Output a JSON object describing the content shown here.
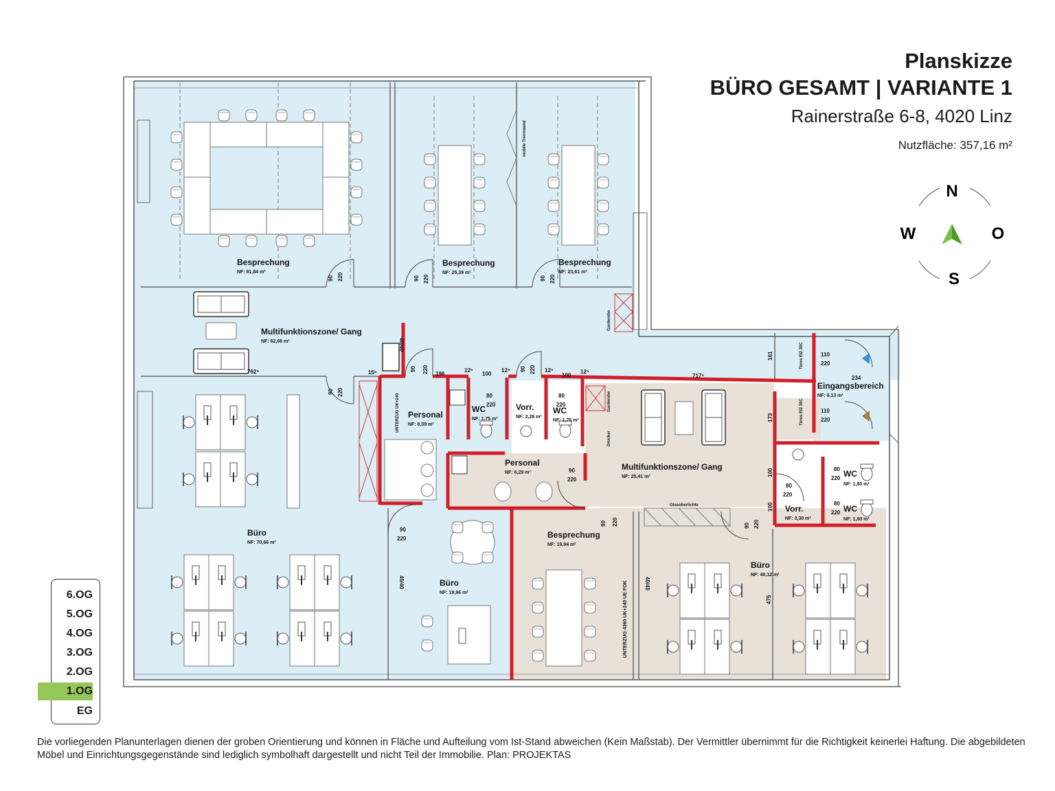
{
  "header": {
    "title": "Planskizze",
    "subtitle": "BÜRO GESAMT  |  VARIANTE 1",
    "address": "Rainerstraße 6-8, 4020 Linz",
    "area": "Nutzfläche: 357,16 m²"
  },
  "compass": {
    "north": "N",
    "east": "O",
    "south": "S",
    "west": "W"
  },
  "floors": [
    {
      "label": "6.OG",
      "active": false
    },
    {
      "label": "5.OG",
      "active": false
    },
    {
      "label": "4.OG",
      "active": false
    },
    {
      "label": "3.OG",
      "active": false
    },
    {
      "label": "2.OG",
      "active": false
    },
    {
      "label": "1.OG",
      "active": true
    },
    {
      "label": "EG",
      "active": false
    }
  ],
  "colors": {
    "blue_zone": "#dbeef6",
    "beige_zone": "#e9e1d7",
    "walls": "#d01f2a",
    "active_floor": "#94c65a",
    "compass_arrow": "#7cc24a"
  },
  "rooms": {
    "bespr1": {
      "name": "Besprechung",
      "nf": "NF: 81,84 m²"
    },
    "bespr2": {
      "name": "Besprechung",
      "nf": "NF: 25,39 m²"
    },
    "bespr3": {
      "name": "Besprechung",
      "nf": "NF: 23,61 m²"
    },
    "multi1": {
      "name": "Multifunktionszone/ Gang",
      "nf": "NF: 62,66 m²"
    },
    "personal1": {
      "name": "Personal",
      "nf": "NF: 8,59 m²"
    },
    "wc1": {
      "name": "WC",
      "nf": "NF: 1,75 m²"
    },
    "vorr1": {
      "name": "Vorr.",
      "nf": "NF: 2,28 m²"
    },
    "wc2": {
      "name": "WC",
      "nf": "NF: 1,75 m²"
    },
    "personal2": {
      "name": "Personal",
      "nf": "NF: 6,29 m²"
    },
    "multi2": {
      "name": "Multifunktionszone/ Gang",
      "nf": "NF: 25,41 m²"
    },
    "eingang": {
      "name": "Eingangsbereich",
      "nf": "NF: 8,13 m²"
    },
    "wc3": {
      "name": "WC",
      "nf": "NF: 1,60 m²"
    },
    "wc4": {
      "name": "WC",
      "nf": "NF: 1,60 m²"
    },
    "vorr2": {
      "name": "Vorr.",
      "nf": "NF: 3,30 m²"
    },
    "buero1": {
      "name": "Büro",
      "nf": "NF: 70,66 m²"
    },
    "buero2": {
      "name": "Büro",
      "nf": "NF: 19,96 m²"
    },
    "bespr4": {
      "name": "Besprechung",
      "nf": "NF: 19,94 m²"
    },
    "buero3": {
      "name": "Büro",
      "nf": "NF: 40,12 m²"
    }
  },
  "annotations": {
    "mobile_trennwand": "mobile Trennwand",
    "garderobe": "Garderobe",
    "drucker": "Drucker",
    "glasoberlichte": "Glasoberlichte",
    "unterzug1": "UNTERZUG 4360 UK+240 UE FOK",
    "unterzug_small": "UNTERZUG UK+240",
    "d90": "90",
    "d220": "220",
    "d80": "80",
    "d110": "110",
    "d4040": "40/40",
    "d762": "762⁵",
    "d717": "717⁵",
    "d196": "196",
    "d100": "100",
    "d12": "12⁵",
    "d15": "15⁵",
    "d161": "161",
    "d234": "234",
    "d173": "173",
    "d475": "475",
    "tuer1": "Türes EI2 30C",
    "tuer2": "Türes EI2 30C"
  },
  "disclaimer": "Die vorliegenden Planunterlagen dienen der groben Orientierung und können in Fläche und Aufteilung vom Ist-Stand abweichen (Kein Maßstab). Der Vermittler übernimmt für die Richtigkeit keinerlei Haftung. Die abgebildeten Möbel und Einrichtungsgegenstände sind lediglich symbolhaft dargestellt und nicht Teil der Immobilie. Plan: PROJEKTAS"
}
